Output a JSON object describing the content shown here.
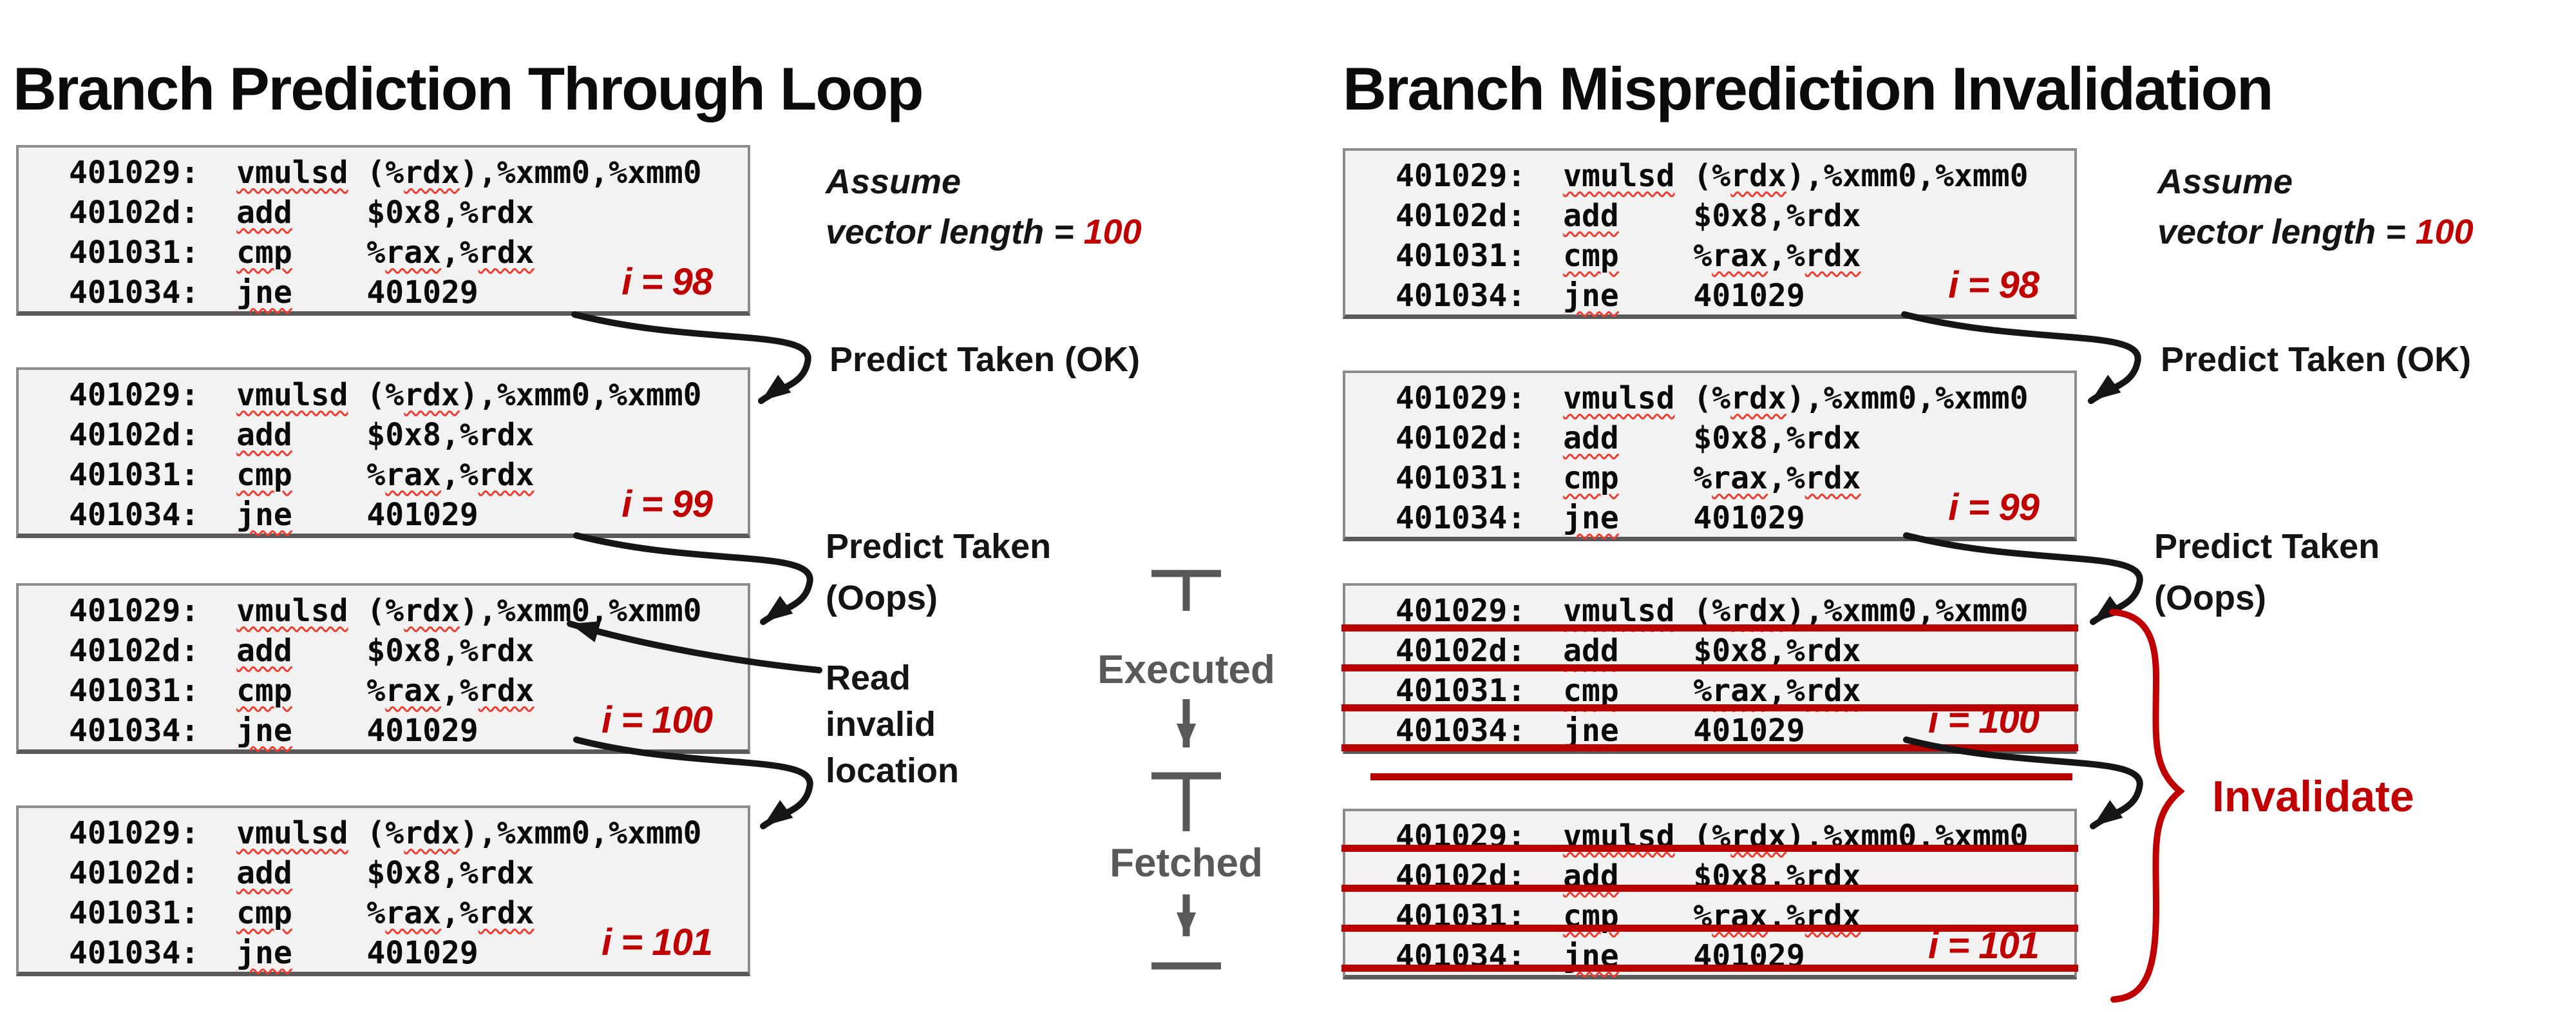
{
  "colors": {
    "accent_red": "#C00000",
    "strike_red": "#BB0000",
    "squiggle_red": "#F03B2E",
    "gauge_gray": "#595959",
    "box_bg": "#F2F2F2",
    "box_border": "#8C8C8C",
    "box_border_bottom": "#5A5A5A"
  },
  "code_lines": [
    {
      "parts": [
        {
          "t": "401029:  "
        },
        {
          "t": "vmulsd",
          "sq": true
        },
        {
          "t": " (%"
        },
        {
          "t": "rdx",
          "sq": true
        },
        {
          "t": "),%xmm0,%xmm0"
        }
      ]
    },
    {
      "parts": [
        {
          "t": "40102d:  "
        },
        {
          "t": "add",
          "sq": true
        },
        {
          "t": "    $0x8,%rdx"
        }
      ]
    },
    {
      "parts": [
        {
          "t": "401031:  "
        },
        {
          "t": "cmp",
          "sq": true
        },
        {
          "t": "    %"
        },
        {
          "t": "rax",
          "sq": true
        },
        {
          "t": ",%"
        },
        {
          "t": "rdx",
          "sq": true
        }
      ]
    },
    {
      "parts": [
        {
          "t": "401034:  "
        },
        {
          "t": "jne",
          "sq": true
        },
        {
          "t": "    401029"
        }
      ]
    }
  ],
  "panels": {
    "left": {
      "title": "Branch Prediction Through Loop",
      "assume_line1": "Assume",
      "assume_prefix": "vector length = ",
      "assume_value": "100",
      "predict_ok": "Predict Taken (OK)",
      "predict_oops_line1": "Predict Taken",
      "predict_oops_line2": "(Oops)",
      "read_invalid": [
        "Read",
        "invalid",
        "location"
      ],
      "boxes": [
        {
          "iter": "i = 98",
          "strike": "none"
        },
        {
          "iter": "i = 99",
          "strike": "none"
        },
        {
          "iter": "i = 100",
          "strike": "none"
        },
        {
          "iter": "i = 101",
          "strike": "none"
        }
      ]
    },
    "right": {
      "title": "Branch Misprediction Invalidation",
      "assume_line1": "Assume",
      "assume_prefix": "vector length = ",
      "assume_value": "100",
      "predict_ok": "Predict Taken (OK)",
      "predict_oops_line1": "Predict Taken",
      "predict_oops_line2": "(Oops)",
      "invalidate_label": "Invalidate",
      "boxes": [
        {
          "iter": "i = 98",
          "strike": "none"
        },
        {
          "iter": "i = 99",
          "strike": "none"
        },
        {
          "iter": "i = 100",
          "strike": "below"
        },
        {
          "iter": "i = 101",
          "strike": "through"
        }
      ]
    }
  },
  "gauge": {
    "executed": "Executed",
    "fetched": "Fetched"
  }
}
